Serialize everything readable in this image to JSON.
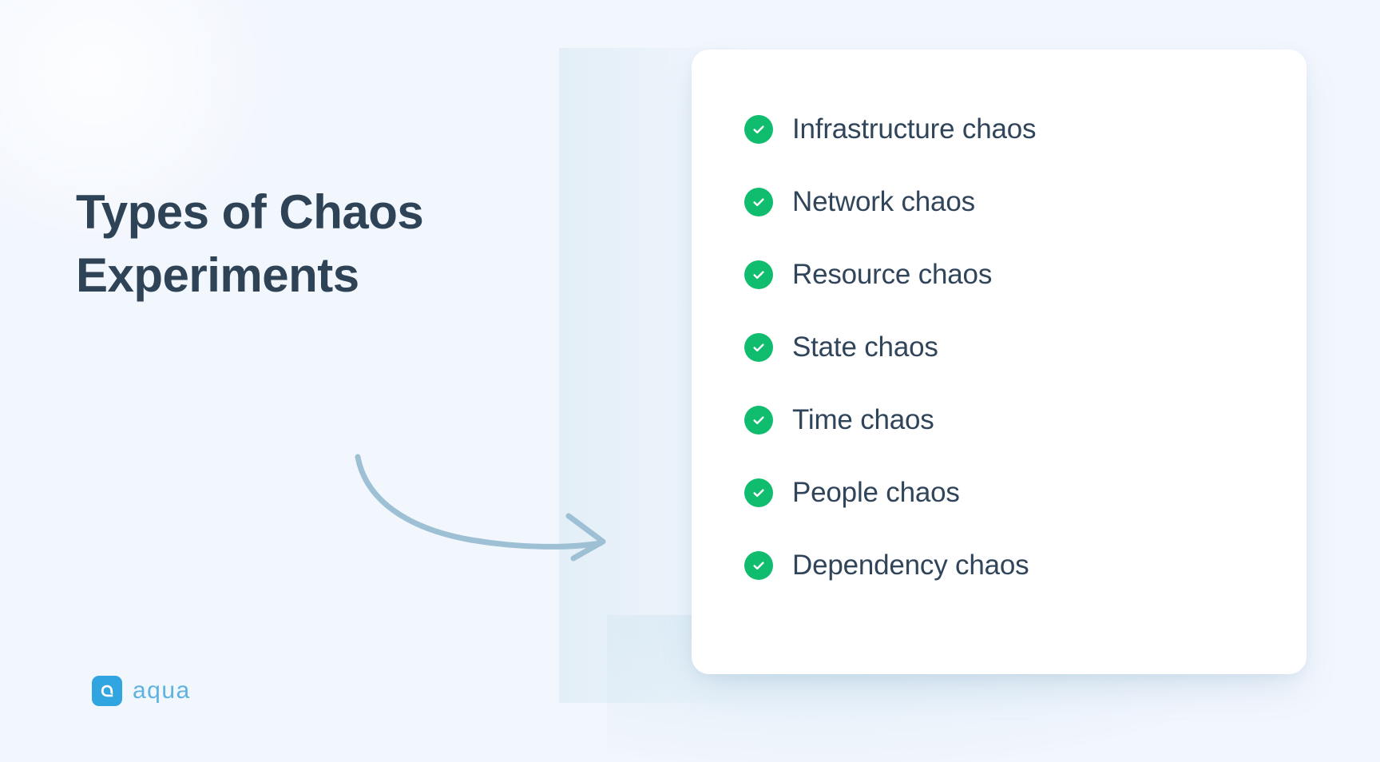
{
  "background_color": "#f2f6fd",
  "headline": "Types of Chaos Experiments",
  "card": {
    "background_color": "#ffffff",
    "items": [
      {
        "icon": "check-circle-icon",
        "label": "Infrastructure chaos"
      },
      {
        "icon": "check-circle-icon",
        "label": "Network chaos"
      },
      {
        "icon": "check-circle-icon",
        "label": "Resource chaos"
      },
      {
        "icon": "check-circle-icon",
        "label": "State chaos"
      },
      {
        "icon": "check-circle-icon",
        "label": "Time chaos"
      },
      {
        "icon": "check-circle-icon",
        "label": "People chaos"
      },
      {
        "icon": "check-circle-icon",
        "label": "Dependency chaos"
      }
    ],
    "check_color": "#10bc6d",
    "label_color": "#31455a"
  },
  "arrow": {
    "icon": "curved-arrow-icon",
    "color": "#9dc0d4"
  },
  "logo": {
    "mark_icon": "aqua-logo-mark-icon",
    "mark_color": "#31a5e0",
    "wordmark": "aqua",
    "wordmark_color": "#5fb2de"
  }
}
